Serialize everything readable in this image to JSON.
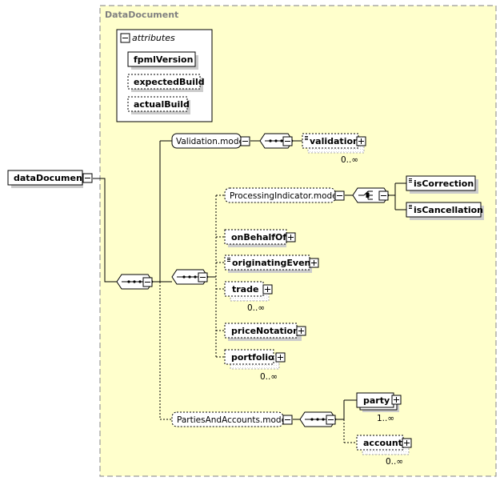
{
  "diagram": {
    "complex_type": "DataDocument",
    "root": "dataDocument",
    "attributes_header": "attributes",
    "attributes": [
      "fpmlVersion",
      "expectedBuild",
      "actualBuild"
    ],
    "validation_group": "Validation.model",
    "validation": "validation",
    "validation_card": "0..∞",
    "processing_group": "ProcessingIndicator.model",
    "is_correction": "isCorrection",
    "is_cancellation": "isCancellation",
    "on_behalf_of": "onBehalfOf",
    "originating_event": "originatingEvent",
    "trade": "trade",
    "trade_card": "0..∞",
    "price_notation": "priceNotation",
    "portfolio": "portfolio",
    "portfolio_card": "0..∞",
    "parties_group": "PartiesAndAccounts.model",
    "party": "party",
    "party_card": "1..∞",
    "account": "account",
    "account_card": "0..∞"
  },
  "colors": {
    "panel_fill": "#ffffcc",
    "panel_border": "#999999",
    "box_shadow": "#cccccc",
    "title_text": "#808080"
  }
}
